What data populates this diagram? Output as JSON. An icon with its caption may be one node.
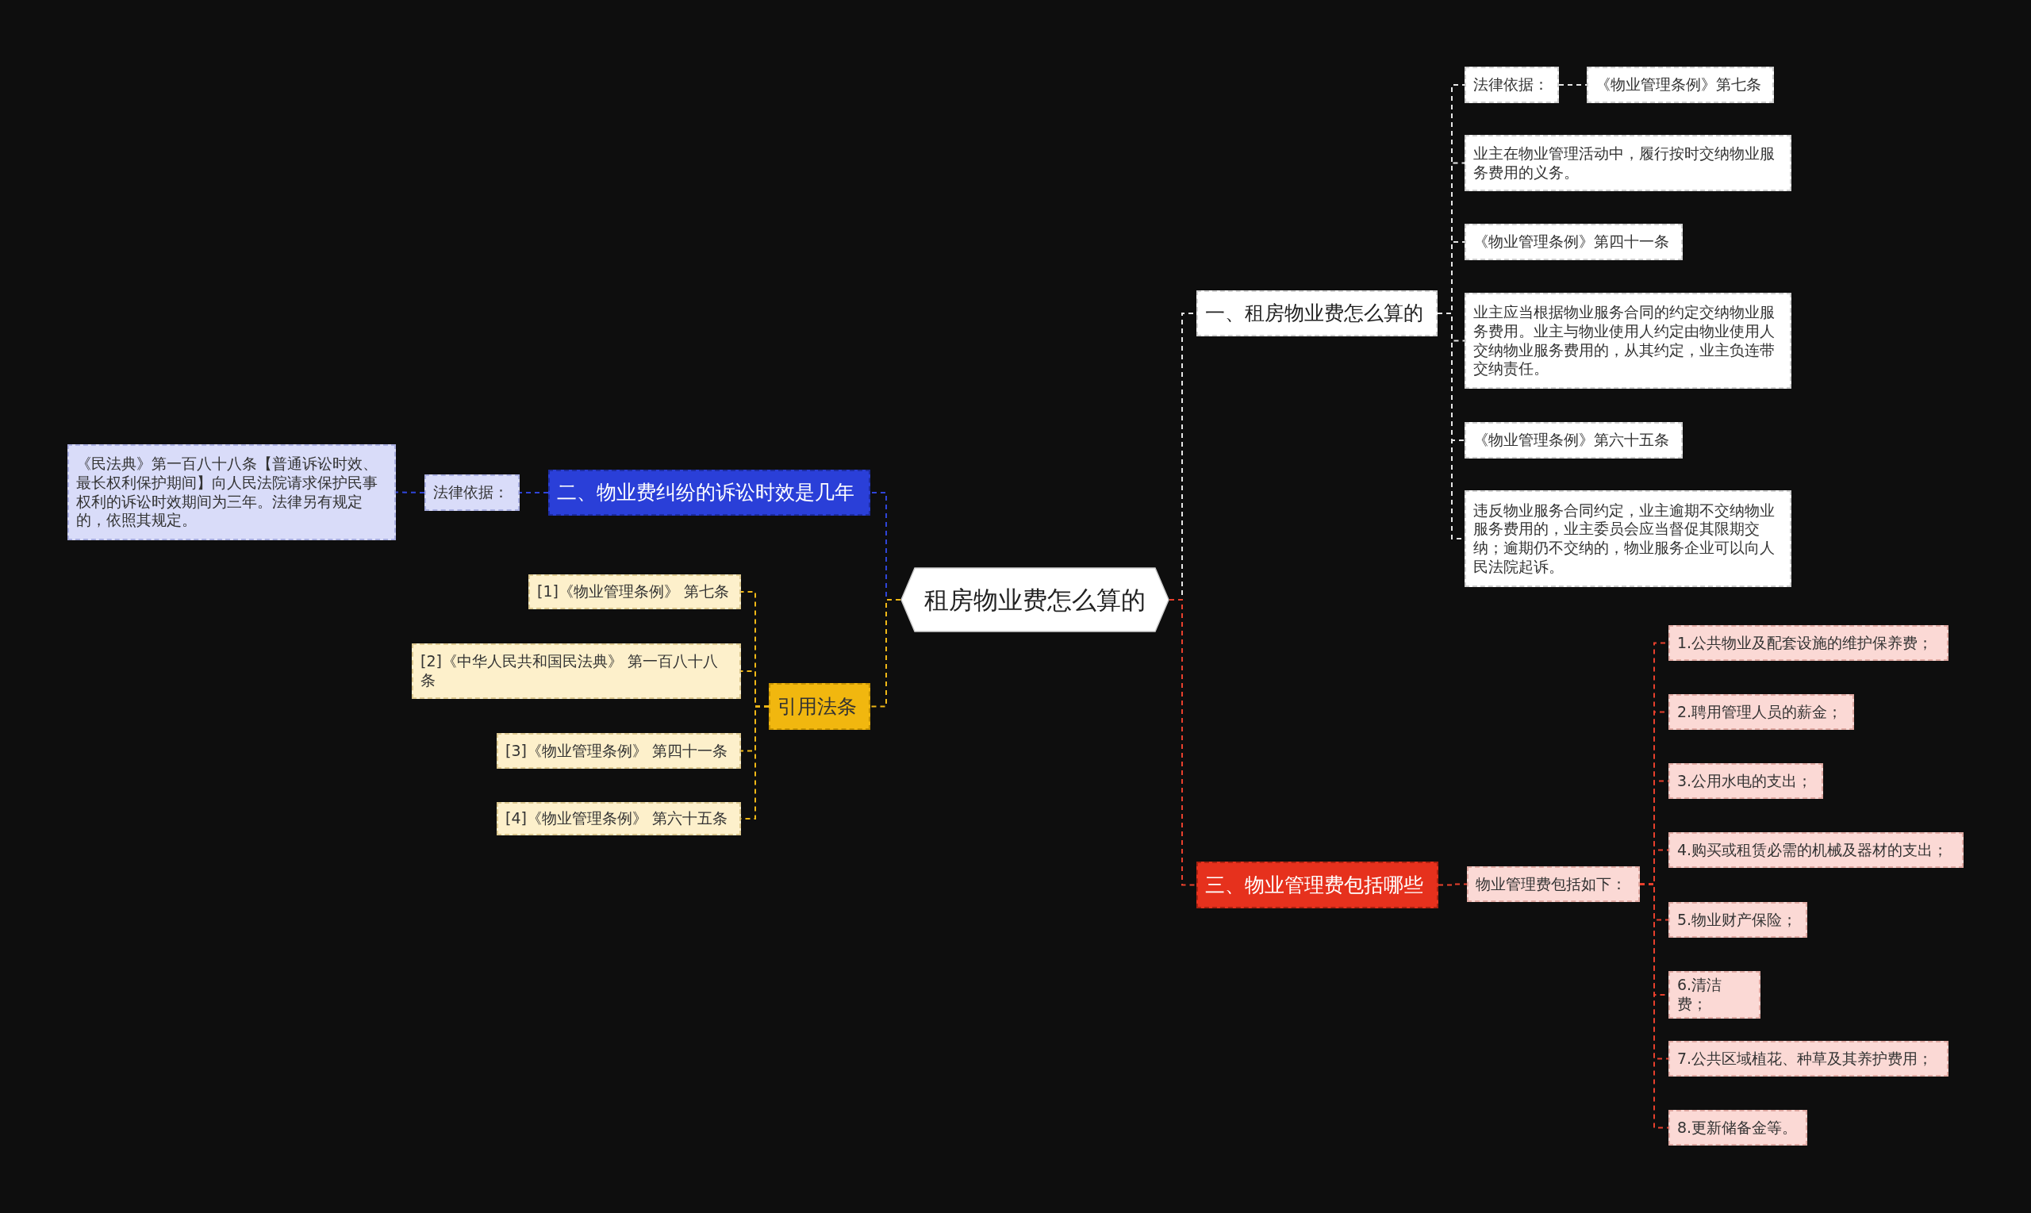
{
  "diagram": {
    "nodes": [
      {
        "text": [
          "租房物业费怎么算的"
        ]
      },
      {
        "text": [
          "一、租房物业费怎么算的"
        ]
      },
      {
        "text": [
          "法律依据："
        ]
      },
      {
        "text": [
          "《物业管理条例》第七条"
        ]
      },
      {
        "text": [
          "业主在物业管理活动中，履行按时交纳物业服务费用的义务。"
        ]
      },
      {
        "text": [
          "《物业管理条例》第四十一条"
        ]
      },
      {
        "text": [
          "业主应当根据物业服务合同的约定交纳物业服务费用。业主与物业使用人约定由物业使用人交纳物业服务费用的，从其约定，业主负连带交纳责任。"
        ]
      },
      {
        "text": [
          "《物业管理条例》第六十五条"
        ]
      },
      {
        "text": [
          "违反物业服务合同约定，业主逾期不交纳物业服务费用的，业主委员会应当督促其限期交纳；逾期仍不交纳的，物业服务企业可以向人民法院起诉。"
        ]
      },
      {
        "text": [
          "二、物业费纠纷的诉讼时效是几年"
        ]
      },
      {
        "text": [
          "法律依据："
        ]
      },
      {
        "text": [
          "《民法典》第一百八十八条【普通诉讼时效、最长权利保护期间】向人民法院请求保护民事权利的诉讼时效期间为三年。法律另有规定的，依照其规定。"
        ]
      },
      {
        "text": [
          "引用法条"
        ]
      },
      {
        "text": [
          "[1]《物业管理条例》 第七条"
        ]
      },
      {
        "text": [
          "[2]《中华人民共和国民法典》 第一百八十八条"
        ]
      },
      {
        "text": [
          "[3]《物业管理条例》 第四十一条"
        ]
      },
      {
        "text": [
          "[4]《物业管理条例》 第六十五条"
        ]
      },
      {
        "text": [
          "三、物业管理费包括哪些"
        ]
      },
      {
        "text": [
          "物业管理费包括如下："
        ]
      },
      {
        "text": [
          "1.公共物业及配套设施的维护保养费；"
        ]
      },
      {
        "text": [
          "2.聘用管理人员的薪金；"
        ]
      },
      {
        "text": [
          "3.公用水电的支出；"
        ]
      },
      {
        "text": [
          "4.购买或租赁必需的机械及器材的支出；"
        ]
      },
      {
        "text": [
          "5.物业财产保险；"
        ]
      },
      {
        "text": [
          "6.清洁费；"
        ]
      },
      {
        "text": [
          "7.公共区域植花、种草及其养护费用；"
        ]
      },
      {
        "text": [
          "8.更新储备金等。"
        ]
      }
    ],
    "edges": [
      {
        "from": 0,
        "to": 1,
        "arrow": "none",
        "color": "#e6e6e6"
      },
      {
        "from": 1,
        "to": 2,
        "arrow": "none",
        "color": "#e6e6e6"
      },
      {
        "from": 2,
        "to": 3,
        "arrow": "none",
        "color": "#e6e6e6"
      },
      {
        "from": 1,
        "to": 4,
        "arrow": "none",
        "color": "#e6e6e6"
      },
      {
        "from": 1,
        "to": 5,
        "arrow": "none",
        "color": "#e6e6e6"
      },
      {
        "from": 1,
        "to": 6,
        "arrow": "none",
        "color": "#e6e6e6"
      },
      {
        "from": 1,
        "to": 7,
        "arrow": "none",
        "color": "#e6e6e6"
      },
      {
        "from": 1,
        "to": 8,
        "arrow": "none",
        "color": "#e6e6e6"
      },
      {
        "from": 0,
        "to": 9,
        "arrow": "none",
        "color": "#2f45d8"
      },
      {
        "from": 9,
        "to": 10,
        "arrow": "none",
        "color": "#2f45d8"
      },
      {
        "from": 10,
        "to": 11,
        "arrow": "none",
        "color": "#2f45d8"
      },
      {
        "from": 0,
        "to": 12,
        "arrow": "none",
        "color": "#f0b816"
      },
      {
        "from": 12,
        "to": 13,
        "arrow": "none",
        "color": "#f0b816"
      },
      {
        "from": 12,
        "to": 14,
        "arrow": "none",
        "color": "#f0b816"
      },
      {
        "from": 12,
        "to": 15,
        "arrow": "none",
        "color": "#f0b816"
      },
      {
        "from": 12,
        "to": 16,
        "arrow": "none",
        "color": "#f0b816"
      },
      {
        "from": 0,
        "to": 17,
        "arrow": "none"
      },
      {
        "from": 17,
        "to": 18,
        "arrow": "none"
      },
      {
        "from": 18,
        "to": 19,
        "arrow": "none"
      },
      {
        "from": 18,
        "to": 20,
        "arrow": "none"
      },
      {
        "from": 18,
        "to": 21,
        "arrow": "none"
      },
      {
        "from": 18,
        "to": 22,
        "arrow": "none"
      },
      {
        "from": 18,
        "to": 23,
        "arrow": "none"
      },
      {
        "from": 18,
        "to": 24,
        "arrow": "none"
      },
      {
        "from": 18,
        "to": 25,
        "arrow": "none"
      },
      {
        "from": 18,
        "to": 26,
        "arrow": "none"
      }
    ]
  }
}
